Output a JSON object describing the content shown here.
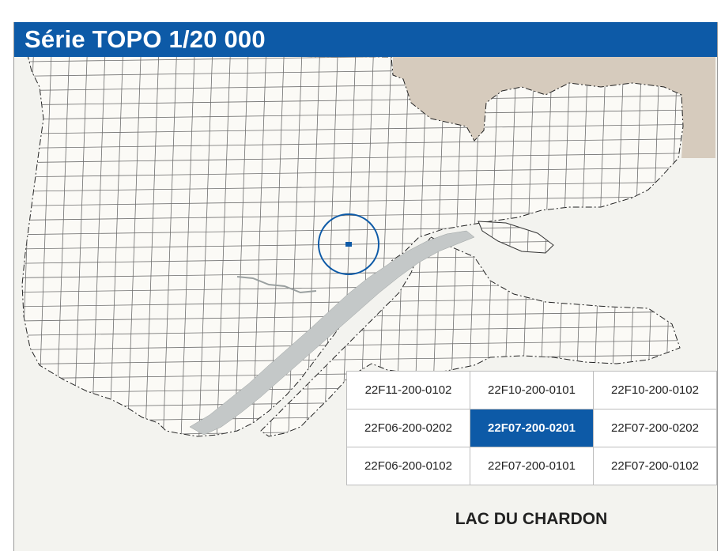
{
  "header": {
    "title": "Série TOPO 1/20 000"
  },
  "map": {
    "colors": {
      "background": "#f3f3ef",
      "land": "#fbfaf6",
      "grid": "#6e6e6e",
      "water": "#c4c8c8",
      "foreign_land": "#d6cbbd",
      "highlight": "#0d5aa7"
    },
    "grid_rows": 28,
    "grid_cols": 38
  },
  "sheet_grid": {
    "rows": [
      [
        "22F11-200-0102",
        "22F10-200-0101",
        "22F10-200-0102"
      ],
      [
        "22F06-200-0202",
        "22F07-200-0201",
        "22F07-200-0202"
      ],
      [
        "22F06-200-0102",
        "22F07-200-0101",
        "22F07-200-0102"
      ]
    ],
    "selected": "22F07-200-0201"
  },
  "sheet_name": "LAC DU CHARDON"
}
